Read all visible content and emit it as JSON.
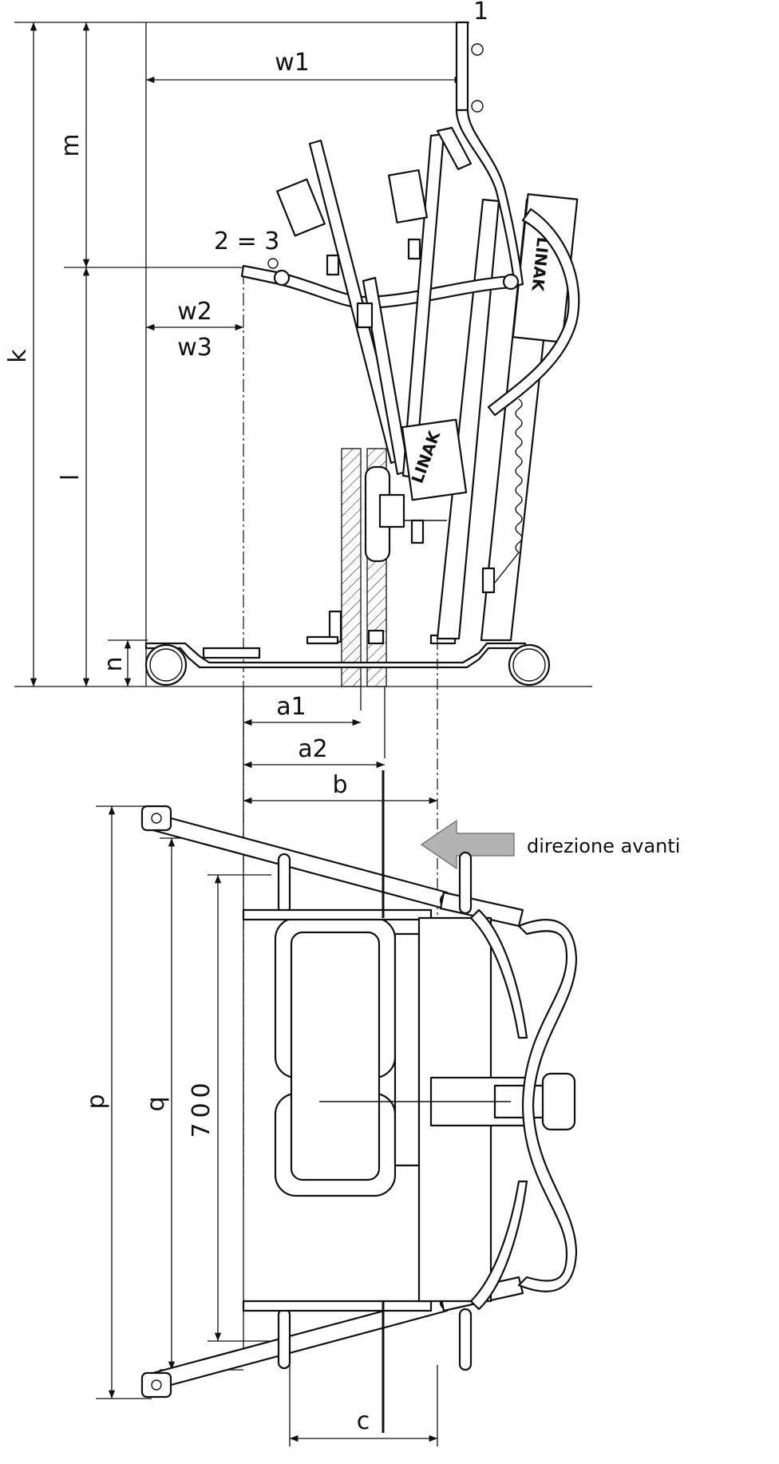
{
  "diagram": {
    "side_view_labels": {
      "k": "k",
      "m": "m",
      "l": "l",
      "n": "n",
      "w1": "w1",
      "w2": "w2",
      "w3": "w3",
      "point_1": "1",
      "points_2_3": "2 = 3",
      "a1": "a1",
      "a2": "a2",
      "b": "b"
    },
    "top_view_labels": {
      "p": "p",
      "q": "q",
      "width_700": "700",
      "c": "c"
    },
    "direction": {
      "label": "direzione avanti",
      "arrow_color": "#b3b3b3"
    },
    "brand": "LINAK",
    "colors": {
      "line": "#111111",
      "background": "#ffffff"
    }
  }
}
